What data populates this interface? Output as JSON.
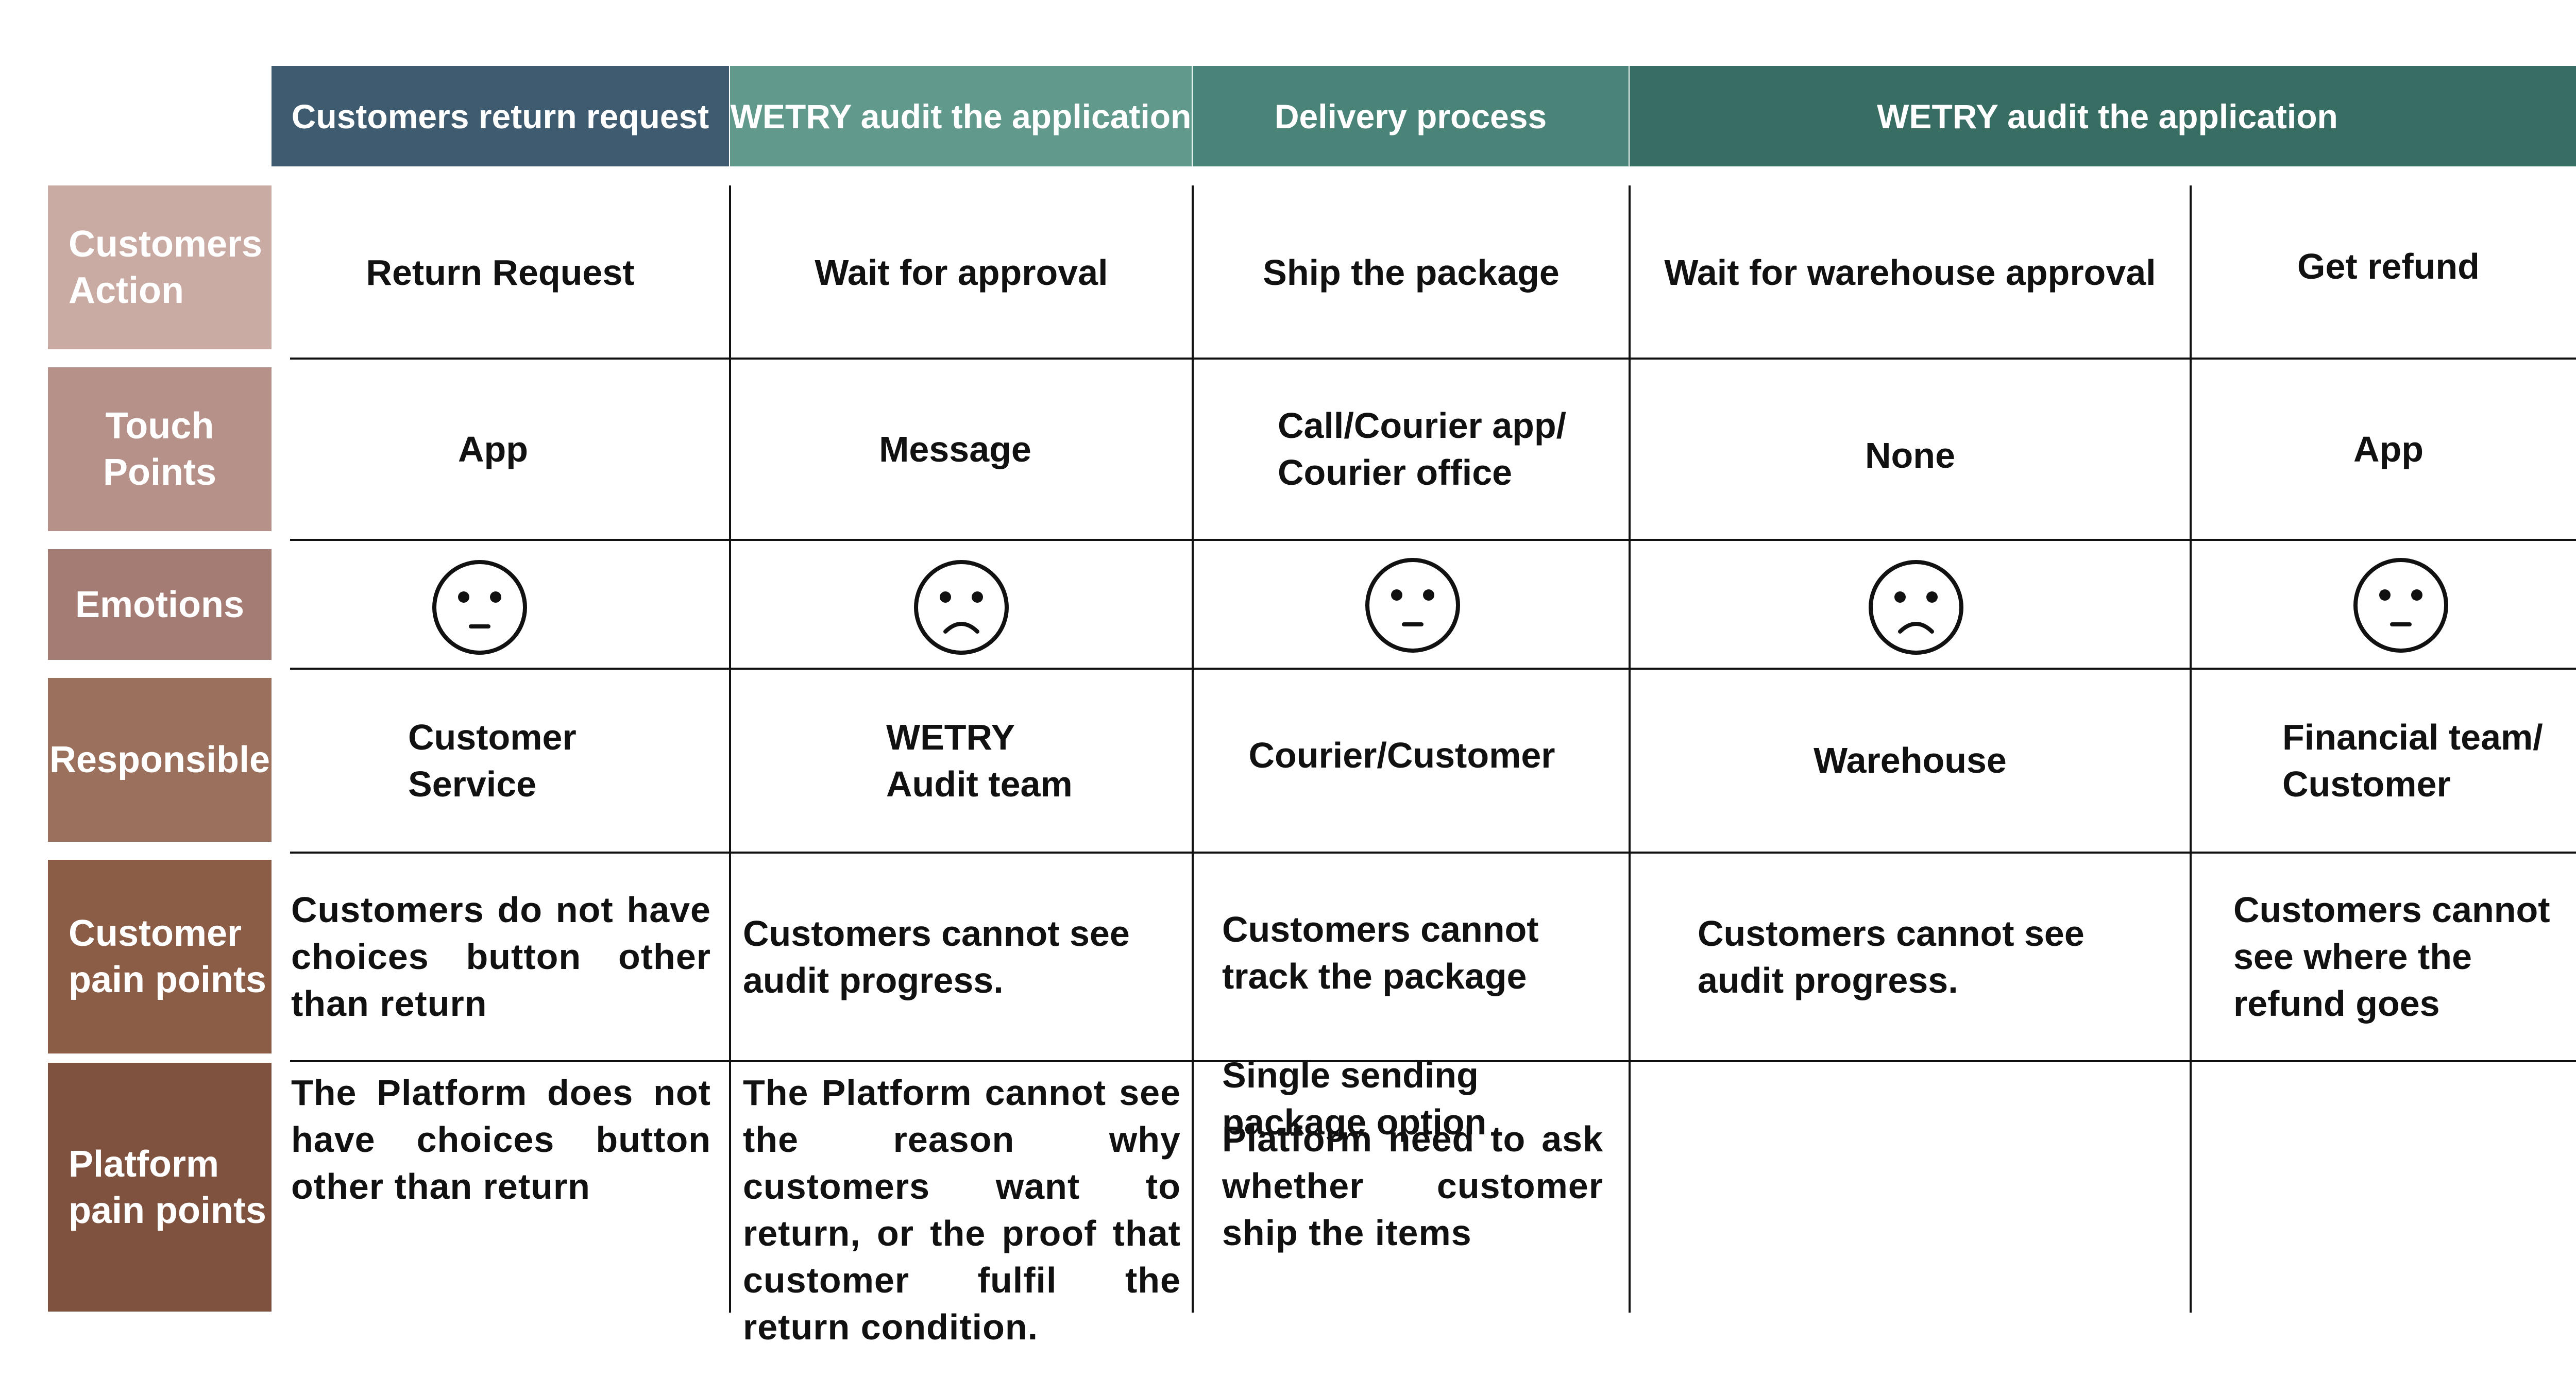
{
  "phases": [
    {
      "label": "Customers return request",
      "color": "#3e5b70"
    },
    {
      "label": "WETRY audit the application",
      "color": "#619a8d"
    },
    {
      "label": "Delivery process",
      "color": "#4a8478"
    },
    {
      "label": "WETRY audit the application",
      "color": "#386d63"
    }
  ],
  "rows": [
    {
      "label": "Customers\nAction",
      "color": "#c9aba4"
    },
    {
      "label": "Touch\nPoints",
      "color": "#b5918a"
    },
    {
      "label": "Emotions",
      "color": "#a47c74"
    },
    {
      "label": "Responsible",
      "color": "#9b705d"
    },
    {
      "label": "Customer\npain points",
      "color": "#8b5c46"
    },
    {
      "label": "Platform\npain points",
      "color": "#7f5240"
    }
  ],
  "actions": [
    "Return Request",
    "Wait for approval",
    "Ship the package",
    "Wait for warehouse approval",
    "Get refund"
  ],
  "touch_points": [
    "App",
    "Message",
    "Call/Courier app/\nCourier office",
    "None",
    "App"
  ],
  "emotions": [
    {
      "icon": "neutral-face-icon"
    },
    {
      "icon": "sad-face-icon"
    },
    {
      "icon": "neutral-face-icon"
    },
    {
      "icon": "sad-face-icon"
    },
    {
      "icon": "neutral-face-icon"
    }
  ],
  "responsible": [
    "Customer\nService",
    "WETRY\nAudit team",
    "Courier/Customer",
    "Warehouse",
    "Financial team/\nCustomer"
  ],
  "customer_pain_points": [
    "Customers do not have choices button other than return",
    "Customers cannot see audit progress.",
    [
      "Customers cannot track the package",
      "Single sending package option"
    ],
    "Customers cannot see audit progress.",
    "Customers cannot see where the refund goes"
  ],
  "platform_pain_points": [
    "The Platform does not have choices button other than return",
    "The Platform cannot see the reason why customers want to return, or the proof that customer fulfil the return condition.",
    "Platform need to ask whether customer ship the items",
    "",
    ""
  ]
}
